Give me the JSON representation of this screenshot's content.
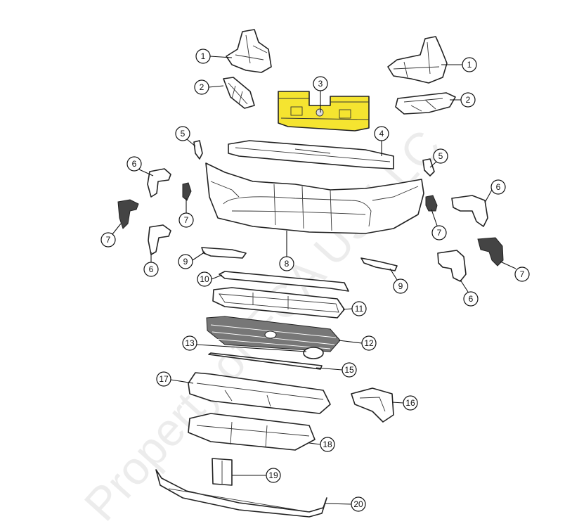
{
  "diagram": {
    "title": "Front Bumper Fascia and Components",
    "watermark": "Property of FCA US LLC",
    "highlight_color": "#f5e430",
    "callouts": [
      "1",
      "1",
      "2",
      "2",
      "3",
      "4",
      "5",
      "5",
      "6",
      "7",
      "7",
      "6",
      "6",
      "7",
      "7",
      "6",
      "9",
      "8",
      "9",
      "10",
      "11",
      "12",
      "13",
      "15",
      "17",
      "16",
      "18",
      "19",
      "20"
    ]
  }
}
